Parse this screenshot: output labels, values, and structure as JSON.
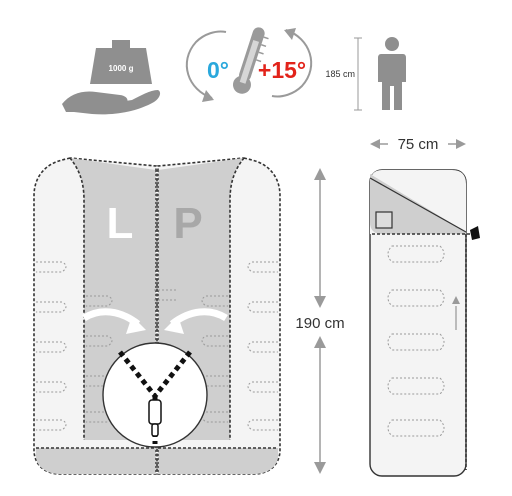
{
  "icons": {
    "weight_label": "1000 g",
    "temp_low": "0°",
    "temp_high": "+15°",
    "height_label": "185 cm"
  },
  "colors": {
    "gray_icon": "#8f8f8f",
    "temp_blue": "#2aa8dc",
    "temp_red": "#e2231a",
    "bag_fill": "#f4f4f4",
    "inner_fill": "#cfcfcf",
    "outline": "#333333"
  },
  "left_bag": {
    "letter_left": "L",
    "letter_right": "P",
    "length_label": "190 cm"
  },
  "right_bag": {
    "width_label": "75 cm"
  }
}
